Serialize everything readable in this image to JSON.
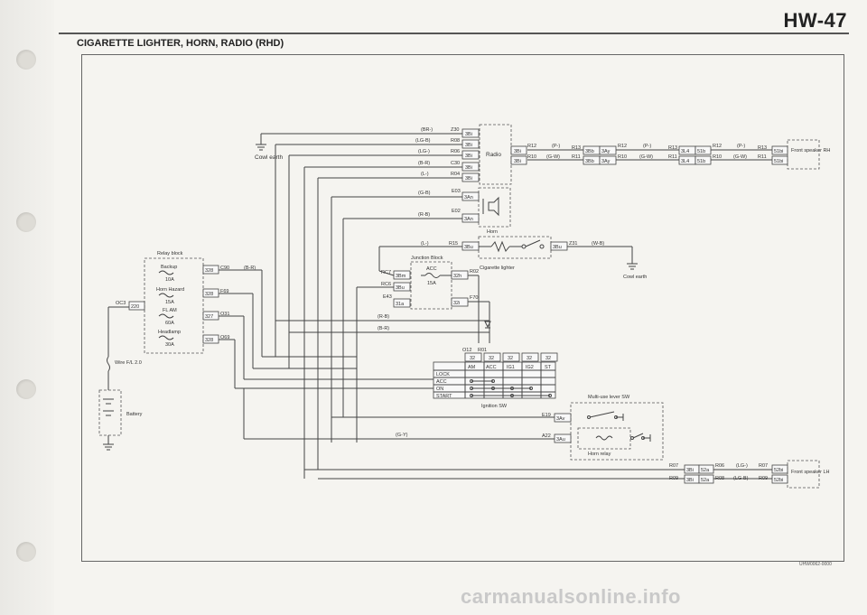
{
  "header": {
    "page_code": "HW-47",
    "title": "CIGARETTE LIGHTER, HORN, RADIO (RHD)"
  },
  "footer": {
    "doc_id": "UHW0062-0000",
    "watermark": "carmanualsonline.info"
  },
  "components": {
    "cowl_earth_top": "Cowl earth",
    "cowl_earth_right": "Cowl earth",
    "radio": "Radio",
    "horn": "Horn",
    "cigarette_lighter": "Cigarette lighter",
    "junction_block": "Junction Block",
    "jb_fuse_name": "ACC",
    "jb_fuse_rating": "15A",
    "relay_block": "Relay block",
    "fuse_backup": "Backup",
    "fuse_backup_rating": "10A",
    "fuse_horn_hazard": "Horn Hazard",
    "fuse_horn_hazard_rating": "15A",
    "fuse_fl_am": "FL AM",
    "fuse_fl_am_rating": "60A",
    "fuse_headlamp": "Headlamp",
    "fuse_headlamp_rating": "30A",
    "wire_fl": "Wire F/L 2.0",
    "battery": "Battery",
    "ignition_sw": "Ignition SW",
    "multi_use_lever_sw": "Multi-use lever SW",
    "horn_relay": "Horn relay",
    "front_speaker_rh": "Front speaker RH",
    "front_speaker_lh": "Front speaker LH"
  },
  "radio_feeds": [
    {
      "color": "(BR-)",
      "term": "Z30",
      "pin": "3Bi"
    },
    {
      "color": "(LG-B)",
      "term": "R08",
      "pin": "3Bi"
    },
    {
      "color": "(LG-)",
      "term": "R06",
      "pin": "3Bi"
    },
    {
      "color": "(B-R)",
      "term": "C30",
      "pin": "3Bi"
    },
    {
      "color": "(L-)",
      "term": "R04",
      "pin": "3Bi"
    }
  ],
  "horn_feeds": [
    {
      "color": "(G-B)",
      "term": "E03",
      "pin": "3An"
    },
    {
      "color": "(R-B)",
      "term": "E02",
      "pin": "3An"
    }
  ],
  "speaker_rh_upper": [
    "3Bi",
    "R12",
    "(P-)",
    "R13",
    "3Bb",
    "3Ay",
    "R12",
    "(P-)",
    "R13",
    "3L4",
    "51b",
    "R12",
    "(P-)",
    "R13",
    "51bi"
  ],
  "speaker_rh_lower": [
    "3Bi",
    "R10",
    "(G-W)",
    "R11",
    "3Bb",
    "3Ay",
    "R10",
    "(G-W)",
    "R11",
    "3L4",
    "51b",
    "R10",
    "(G-W)",
    "R11",
    "51bi"
  ],
  "lighter_circuit": {
    "color_in": "(L-)",
    "term_in": "R15",
    "pin_in": "3Bu",
    "pin_out": "3Bu",
    "term_out": "Z31",
    "color_out": "(W-B)"
  },
  "junction_pins": [
    {
      "term": "RC7",
      "pin": "3Bm"
    },
    {
      "term": "RC6",
      "pin": "3Bu"
    },
    {
      "term": "E43",
      "pin": "31a"
    }
  ],
  "junction_out": [
    {
      "pin": "32h",
      "term": "R02"
    },
    {
      "pin": "32i",
      "term": "F70"
    }
  ],
  "relay_outputs": [
    {
      "pin": "328",
      "term": "C90",
      "color": "(B-R)"
    },
    {
      "pin": "328",
      "term": "F69",
      "color": ""
    },
    {
      "pin": "327",
      "term": "O31",
      "color": ""
    },
    {
      "pin": "328",
      "term": "O69",
      "color": ""
    }
  ],
  "relay_input": {
    "term": "OC3",
    "pin": "220"
  },
  "wire_colors": {
    "rb": "(R-B)",
    "br": "(B-R)",
    "gy": "(G-Y)"
  },
  "ignition": {
    "terms": [
      "O12",
      "R01"
    ],
    "pins": [
      "32",
      "32",
      "32",
      "32",
      "32"
    ],
    "columns": [
      "AM",
      "ACC",
      "IG1",
      "IG2",
      "ST"
    ],
    "rows": [
      "LOCK",
      "ACC",
      "ON",
      "START"
    ]
  },
  "multi_use_terms": [
    {
      "term": "E19",
      "pin": "3Av"
    },
    {
      "term": "A22",
      "pin": "3Au"
    }
  ],
  "speaker_lh_upper": [
    "R07",
    "3Bi",
    "52a",
    "R06",
    "(LG-)",
    "R07",
    "52bi"
  ],
  "speaker_lh_lower": [
    "R09",
    "3Bi",
    "52a",
    "R08",
    "(LG-B)",
    "R09",
    "52bi"
  ]
}
